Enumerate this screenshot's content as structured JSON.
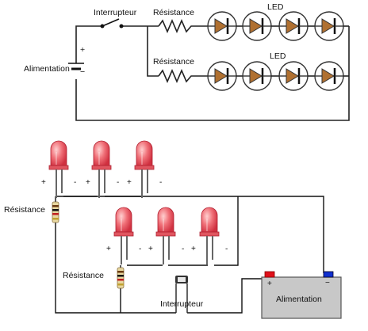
{
  "schematic": {
    "labels": {
      "switch": "Interrupteur",
      "resistor_top": "Résistance",
      "resistor_bottom": "Résistance",
      "led_top": "LED",
      "led_bottom": "LED",
      "supply": "Alimentation",
      "plus": "+",
      "minus": "−"
    },
    "led_fill": "#b07030",
    "led_count_per_branch": 4
  },
  "breadboard": {
    "labels": {
      "resistor_upper": "Résistance",
      "resistor_lower": "Résistance",
      "switch": "Interrupteur",
      "supply": "Alimentation",
      "plus": "+",
      "minus": "−"
    },
    "upper_signs": [
      "+",
      "-",
      "+",
      "-",
      "+",
      "-"
    ],
    "lower_signs": [
      "+",
      "-",
      "+",
      "-",
      "+",
      "-"
    ],
    "led_color": "#e85560",
    "supply_box_color": "#c8c8c8",
    "plus_terminal_color": "#e0101a",
    "minus_terminal_color": "#1030d0"
  }
}
